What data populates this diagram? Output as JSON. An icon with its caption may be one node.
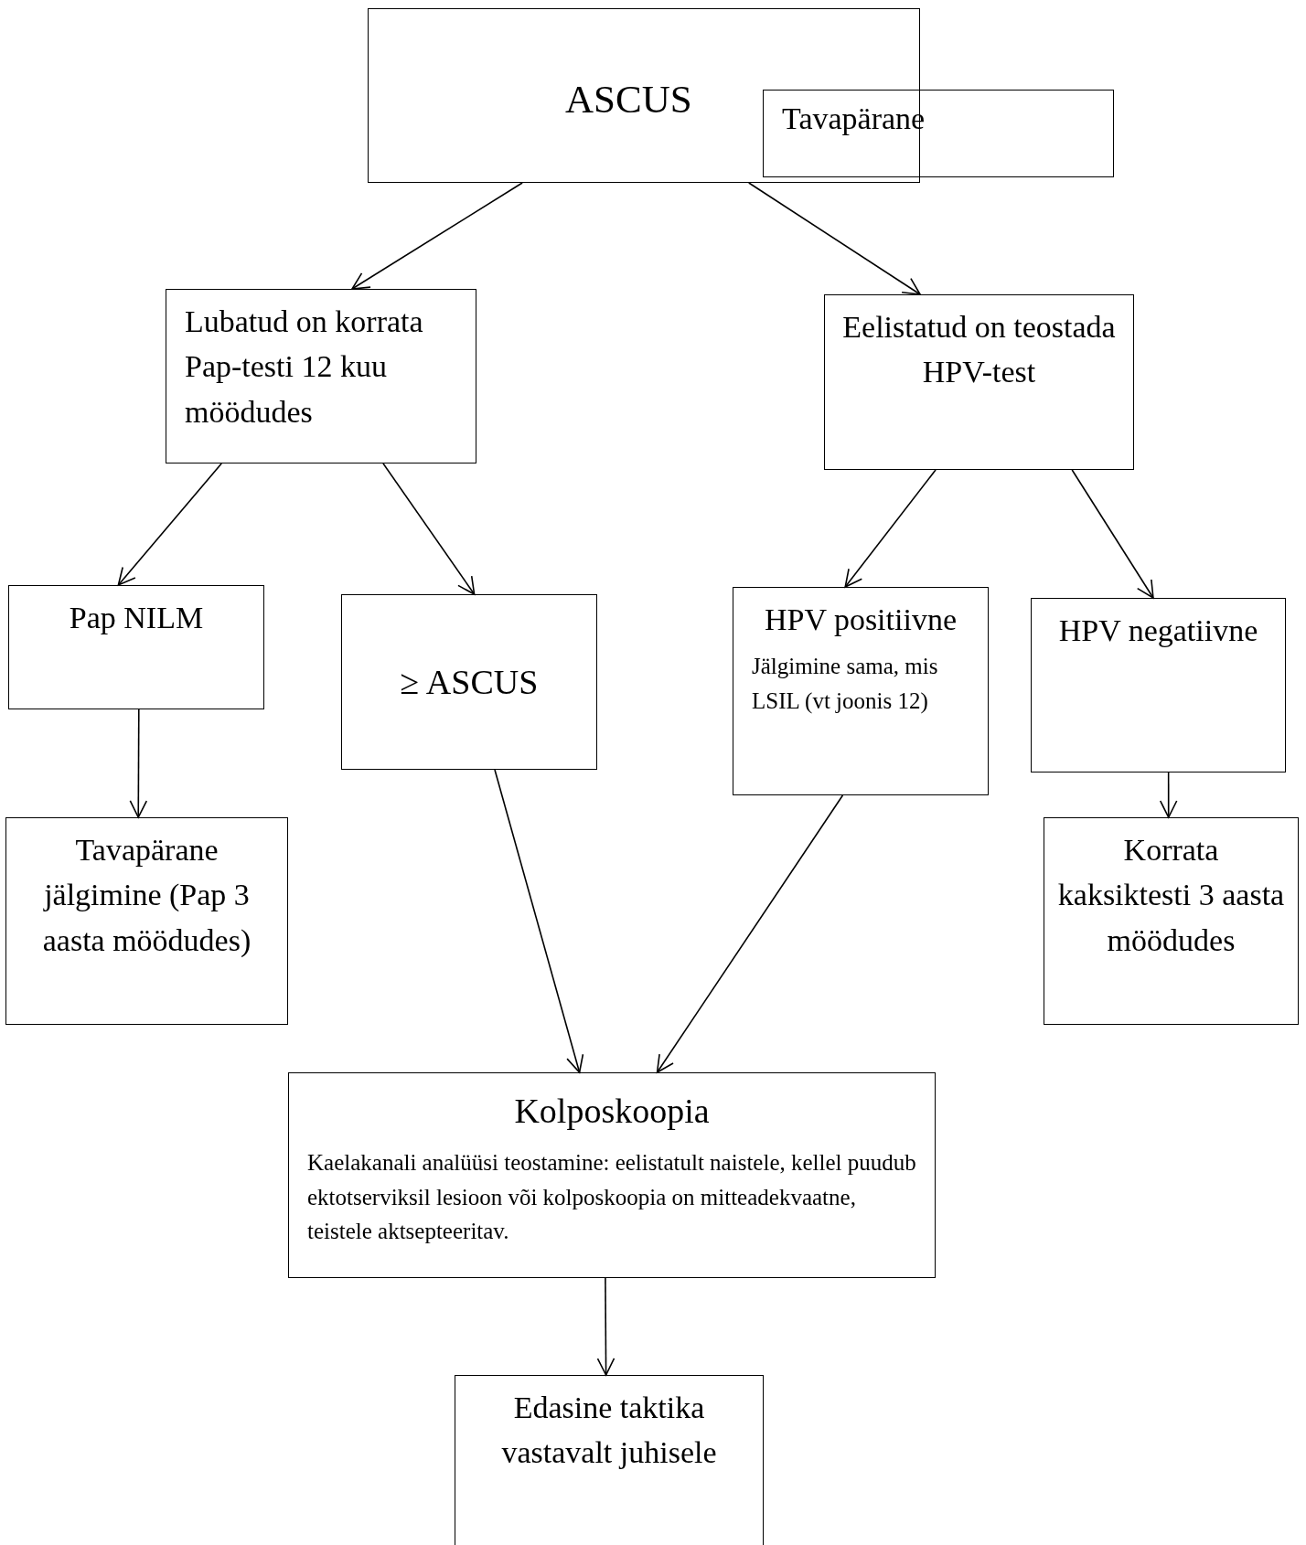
{
  "diagram": {
    "nodes": [
      {
        "text": [
          "ASCUS"
        ]
      },
      {
        "text": [
          "Tavapärane"
        ]
      },
      {
        "text": [
          "Lubatud on korrata Pap-testi 12 kuu möödudes"
        ]
      },
      {
        "text": [
          "Eelistatud on teostada HPV-test"
        ]
      },
      {
        "text": [
          "Pap NILM"
        ]
      },
      {
        "text": [
          "≥ ASCUS"
        ]
      },
      {
        "text": [
          "HPV positiivne",
          "Jälgimine sama, mis LSIL (vt joonis 12)"
        ]
      },
      {
        "text": [
          "HPV negatiivne"
        ]
      },
      {
        "text": [
          "Tavapärane jälgimine (Pap 3 aasta möödudes)"
        ]
      },
      {
        "text": [
          "Korrata kaksiktesti 3 aasta möödudes"
        ]
      },
      {
        "text": [
          "Kolposkoopia",
          "Kaelakanali analüüsi teostamine: eelistatult naistele, kellel puudub ektotserviksil lesioon või kolposkoopia on mitteadekvaatne, teistele aktsepteeritav."
        ]
      },
      {
        "text": [
          "Edasine taktika vastavalt juhisele"
        ]
      }
    ],
    "edges": [
      {
        "from": 0,
        "to": 2,
        "arrow": "to"
      },
      {
        "from": 0,
        "to": 3,
        "arrow": "to"
      },
      {
        "from": 2,
        "to": 4,
        "arrow": "to"
      },
      {
        "from": 2,
        "to": 5,
        "arrow": "to"
      },
      {
        "from": 3,
        "to": 6,
        "arrow": "to"
      },
      {
        "from": 3,
        "to": 7,
        "arrow": "to"
      },
      {
        "from": 4,
        "to": 8,
        "arrow": "to"
      },
      {
        "from": 7,
        "to": 9,
        "arrow": "to"
      },
      {
        "from": 5,
        "to": 10,
        "arrow": "to"
      },
      {
        "from": 6,
        "to": 10,
        "arrow": "to"
      },
      {
        "from": 10,
        "to": 11,
        "arrow": "to"
      }
    ]
  }
}
